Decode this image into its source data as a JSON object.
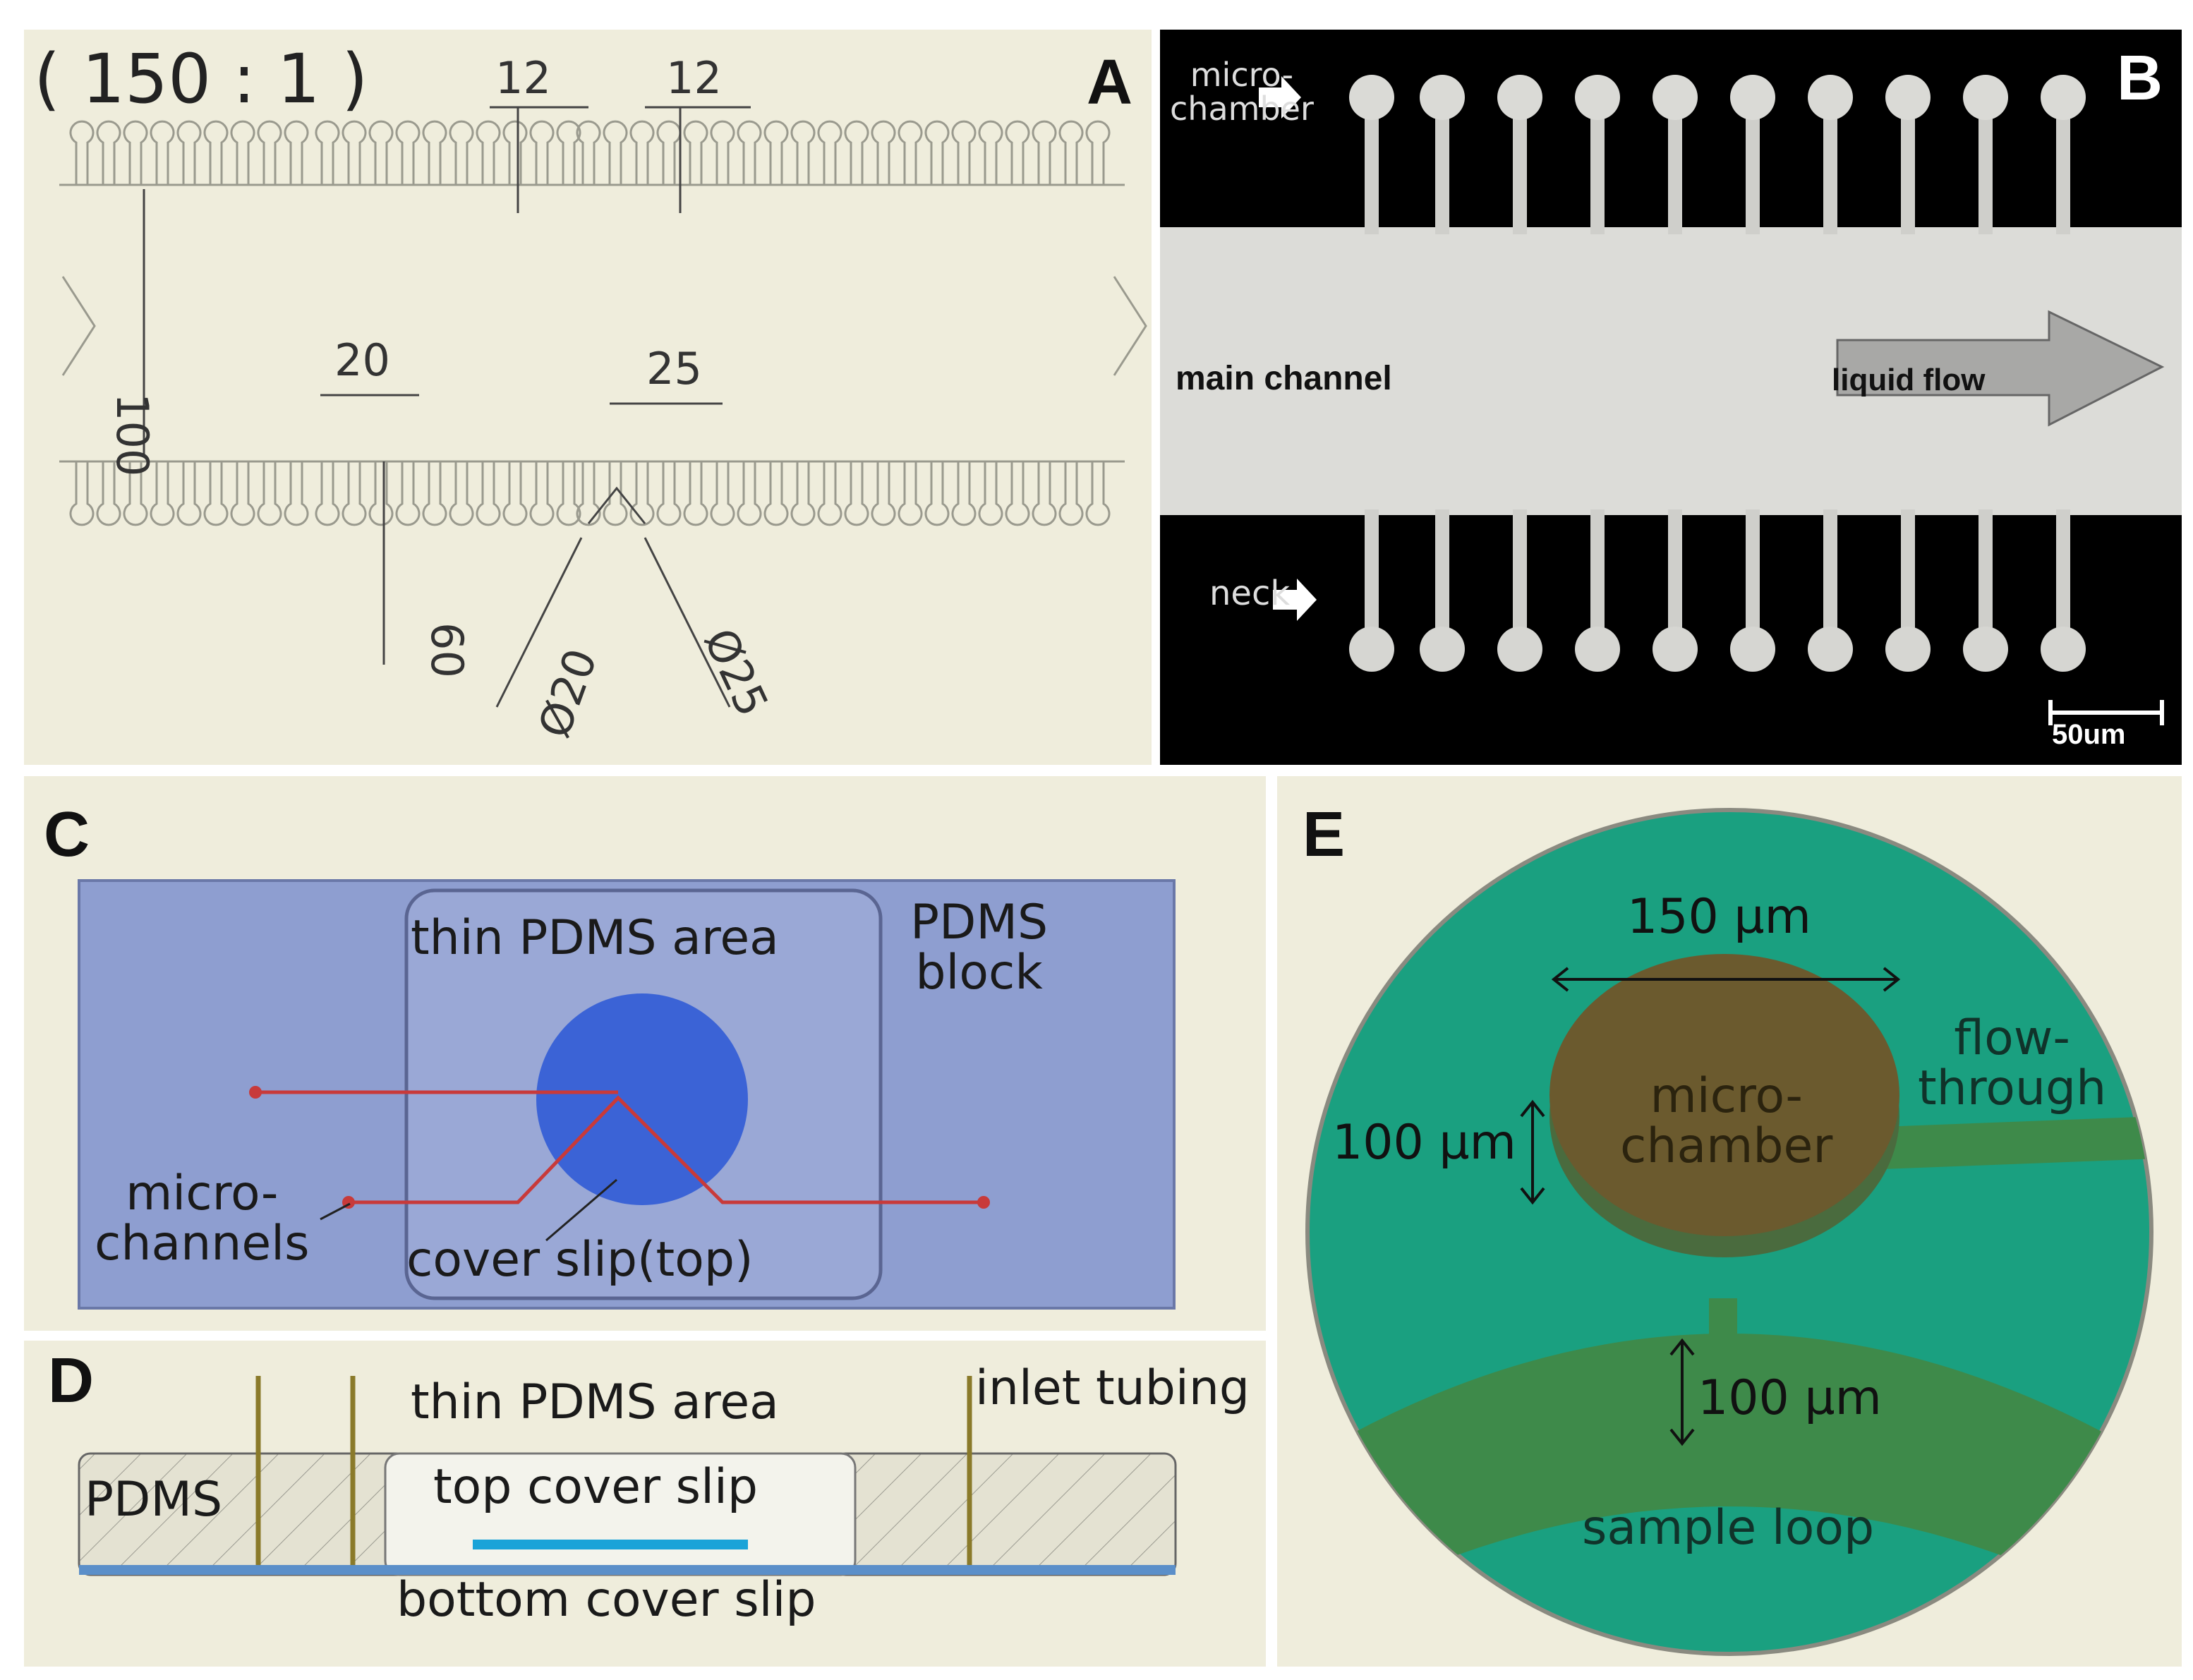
{
  "panels": {
    "a": {
      "label": "A",
      "scale": "( 150 : 1 )",
      "dims": {
        "neck_top_1": "12",
        "neck_top_2": "12",
        "neck_width_1": "20",
        "neck_width_2": "25",
        "channel_height": "100",
        "neck_length": "60",
        "diameter_1": "Ø20",
        "diameter_2": "Ø25"
      }
    },
    "b": {
      "label": "B",
      "microchamber": "micro-\nchamber",
      "main_channel": "main channel",
      "liquid_flow": "liquid flow",
      "neck": "neck",
      "scale_bar": "50um"
    },
    "c": {
      "label": "C",
      "thin_area": "thin PDMS area",
      "pdms_block": "PDMS\nblock",
      "microchannels": "micro-\nchannels",
      "cover_slip_top": "cover slip(top)"
    },
    "d": {
      "label": "D",
      "thin_area": "thin PDMS area",
      "inlet_tubing": "inlet tubing",
      "pdms": "PDMS",
      "top_cover_slip": "top cover slip",
      "bottom_cover_slip": "bottom cover slip"
    },
    "e": {
      "label": "E",
      "width_dim": "150 µm",
      "height_dim": "100 µm",
      "loop_dim": "100 µm",
      "microchamber": "micro-\nchamber",
      "flow_through": "flow-\nthrough",
      "sample_loop": "sample loop"
    }
  },
  "colors": {
    "panel_bg": "#efeddc",
    "pdms_blue": "#8e9ed0",
    "cover_slip_blue": "#3b63d6",
    "channel_red": "#c83a3a",
    "green": "#1aa080",
    "green_dark": "#3e8a4a",
    "chamber_brown": "#6b5a2e"
  }
}
